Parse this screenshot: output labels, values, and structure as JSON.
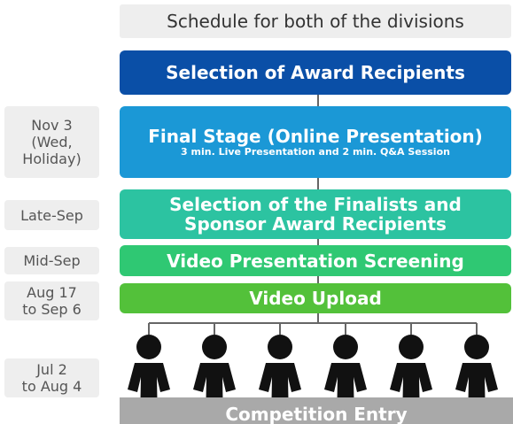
{
  "header": {
    "title": "Schedule for both of the divisions"
  },
  "colors": {
    "award": "#0a4fa7",
    "final": "#1b98d6",
    "finalists": "#2cc3a1",
    "screening": "#2fc873",
    "upload": "#53c13a",
    "entry": "#a9a9a9",
    "date_bg": "#eeeeee"
  },
  "stages": {
    "award": {
      "title": "Selection of Award Recipients"
    },
    "final": {
      "title": "Final Stage (Online Presentation)",
      "subtitle": "3 min. Live Presentation and 2 min. Q&A Session",
      "date": "Nov 3\n(Wed,\nHoliday)"
    },
    "finalists": {
      "title_line1": "Selection of the Finalists and",
      "title_line2": "Sponsor Award Recipients",
      "date": "Late-Sep"
    },
    "screening": {
      "title": "Video Presentation Screening",
      "date": "Mid-Sep"
    },
    "upload": {
      "title": "Video Upload",
      "date": "Aug 17\nto Sep 6"
    },
    "entry": {
      "title": "Competition Entry",
      "date": "Jul 2\nto Aug 4"
    }
  },
  "participants": {
    "count": 6,
    "icon": "person-icon"
  }
}
